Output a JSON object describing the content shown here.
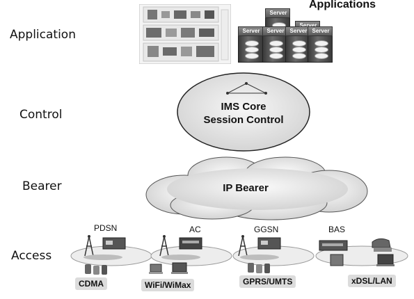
{
  "layers": {
    "application": "Application",
    "control": "Control",
    "bearer": "Bearer",
    "access": "Access"
  },
  "applications_title": "Applications",
  "server_label": "Server",
  "ims": {
    "line1": "IMS Core",
    "line2": "Session Control"
  },
  "bearer_cloud": "IP Bearer",
  "network_nodes": {
    "pdsn": "PDSN",
    "ac": "AC",
    "ggsn": "GGSN",
    "bas": "BAS"
  },
  "access_networks": {
    "cdma": "CDMA",
    "wifi": "WiFi/WiMax",
    "gprs": "GPRS/UMTS",
    "xdsl": "xDSL/LAN"
  }
}
